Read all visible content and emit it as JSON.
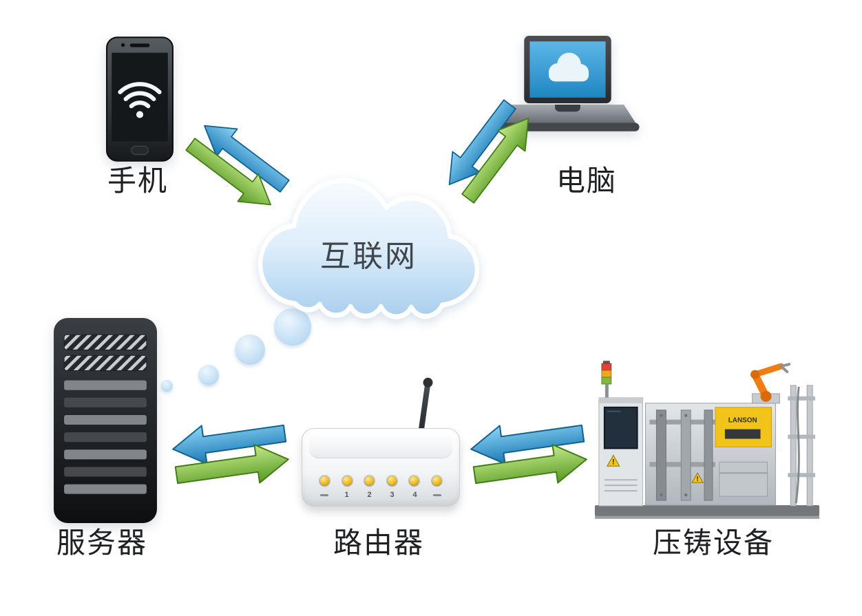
{
  "diagram": {
    "nodes": {
      "phone": {
        "label": "手机"
      },
      "laptop": {
        "label": "电脑"
      },
      "internet": {
        "label": "互联网"
      },
      "server": {
        "label": "服务器"
      },
      "router": {
        "label": "路由器",
        "port_labels": [
          "1",
          "2",
          "3",
          "4"
        ]
      },
      "machine": {
        "label": "压铸设备",
        "brand": "LANSON",
        "warning_mark": "!"
      }
    },
    "links": [
      {
        "from": "phone",
        "to": "internet",
        "type": "bidirectional"
      },
      {
        "from": "laptop",
        "to": "internet",
        "type": "bidirectional"
      },
      {
        "from": "server",
        "to": "router",
        "type": "bidirectional"
      },
      {
        "from": "router",
        "to": "machine",
        "type": "bidirectional"
      }
    ],
    "colors": {
      "arrow_blue": "#1d83c2",
      "arrow_green": "#61a828",
      "cloud_blue": "#abd0ee",
      "led_yellow": "#f2b716",
      "robot_orange": "#ef7d12",
      "background": "#ffffff"
    }
  }
}
